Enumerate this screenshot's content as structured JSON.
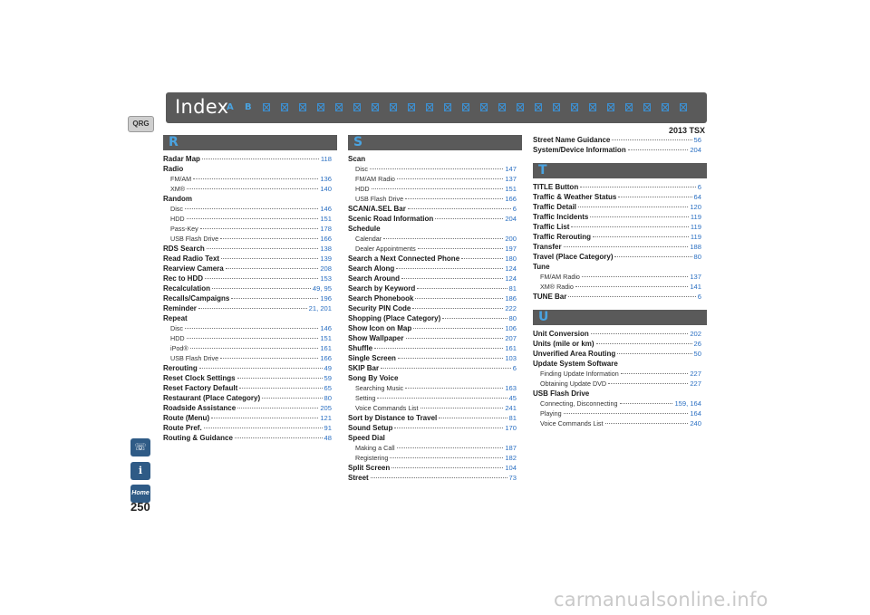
{
  "header": {
    "title": "Index",
    "letters": [
      "A",
      "B",
      "■",
      "■",
      "■",
      "■",
      "■",
      "■",
      "■",
      "■",
      "■",
      "■",
      "■",
      "■",
      "■",
      "■",
      "■",
      "■",
      "■",
      "■",
      "■",
      "■",
      "■",
      "■",
      "■",
      "■"
    ]
  },
  "model": "2013 TSX",
  "sidebar": {
    "qrg": "QRG",
    "home": "Home"
  },
  "page_number": "250",
  "col1": {
    "heading": "R",
    "entries": [
      {
        "t": "Radar Map",
        "p": "118"
      },
      {
        "t": "Radio",
        "head": true
      },
      {
        "t": "FM/AM",
        "p": "136",
        "sub": true
      },
      {
        "t": "XM®",
        "p": "140",
        "sub": true
      },
      {
        "t": "Random",
        "head": true
      },
      {
        "t": "Disc",
        "p": "146",
        "sub": true
      },
      {
        "t": "HDD",
        "p": "151",
        "sub": true
      },
      {
        "t": "Pass-Key",
        "p": "178",
        "sub": true
      },
      {
        "t": "USB Flash Drive",
        "p": "166",
        "sub": true
      },
      {
        "t": "RDS Search",
        "p": "138"
      },
      {
        "t": "Read Radio Text",
        "p": "139"
      },
      {
        "t": "Rearview Camera",
        "p": "208"
      },
      {
        "t": "Rec to HDD",
        "p": "153"
      },
      {
        "t": "Recalculation",
        "p": "49, 95"
      },
      {
        "t": "Recalls/Campaigns",
        "p": "196"
      },
      {
        "t": "Reminder",
        "p": "21, 201"
      },
      {
        "t": "Repeat",
        "head": true
      },
      {
        "t": "Disc",
        "p": "146",
        "sub": true
      },
      {
        "t": "HDD",
        "p": "151",
        "sub": true
      },
      {
        "t": "iPod®",
        "p": "161",
        "sub": true
      },
      {
        "t": "USB Flash Drive",
        "p": "166",
        "sub": true
      },
      {
        "t": "Rerouting",
        "p": "49"
      },
      {
        "t": "Reset Clock Settings",
        "p": "59"
      },
      {
        "t": "Reset Factory Default",
        "p": "65"
      },
      {
        "t": "Restaurant (Place Category)",
        "p": "80"
      },
      {
        "t": "Roadside Assistance",
        "p": "205"
      },
      {
        "t": "Route (Menu)",
        "p": "121"
      },
      {
        "t": "Route Pref.",
        "p": "91"
      },
      {
        "t": "Routing & Guidance",
        "p": "48"
      }
    ]
  },
  "col2": {
    "heading": "S",
    "entries": [
      {
        "t": "Scan",
        "head": true
      },
      {
        "t": "Disc",
        "p": "147",
        "sub": true
      },
      {
        "t": "FM/AM Radio",
        "p": "137",
        "sub": true
      },
      {
        "t": "HDD",
        "p": "151",
        "sub": true
      },
      {
        "t": "USB Flash Drive",
        "p": "166",
        "sub": true
      },
      {
        "t": "SCAN/A.SEL Bar",
        "p": "6"
      },
      {
        "t": "Scenic Road Information",
        "p": "204"
      },
      {
        "t": "Schedule",
        "head": true
      },
      {
        "t": "Calendar",
        "p": "200",
        "sub": true
      },
      {
        "t": "Dealer Appointments",
        "p": "197",
        "sub": true
      },
      {
        "t": "Search a Next Connected Phone",
        "p": "180"
      },
      {
        "t": "Search Along",
        "p": "124"
      },
      {
        "t": "Search Around",
        "p": "124"
      },
      {
        "t": "Search by Keyword",
        "p": "81"
      },
      {
        "t": "Search Phonebook",
        "p": "186"
      },
      {
        "t": "Security PIN Code",
        "p": "222"
      },
      {
        "t": "Shopping (Place Category)",
        "p": "80"
      },
      {
        "t": "Show Icon on Map",
        "p": "106"
      },
      {
        "t": "Show Wallpaper",
        "p": "207"
      },
      {
        "t": "Shuffle",
        "p": "161"
      },
      {
        "t": "Single Screen",
        "p": "103"
      },
      {
        "t": "SKIP Bar",
        "p": "6"
      },
      {
        "t": "Song By Voice",
        "head": true
      },
      {
        "t": "Searching Music",
        "p": "163",
        "sub": true
      },
      {
        "t": "Setting",
        "p": "45",
        "sub": true
      },
      {
        "t": "Voice Commands List",
        "p": "241",
        "sub": true
      },
      {
        "t": "Sort by Distance to Travel",
        "p": "81"
      },
      {
        "t": "Sound Setup",
        "p": "170"
      },
      {
        "t": "Speed Dial",
        "head": true
      },
      {
        "t": "Making a Call",
        "p": "187",
        "sub": true
      },
      {
        "t": "Registering",
        "p": "182",
        "sub": true
      },
      {
        "t": "Split Screen",
        "p": "104"
      },
      {
        "t": "Street",
        "p": "73"
      }
    ]
  },
  "col3": {
    "top_entries": [
      {
        "t": "Street Name Guidance",
        "p": "56"
      },
      {
        "t": "System/Device Information",
        "p": "204"
      }
    ],
    "heading_t": "T",
    "t_entries": [
      {
        "t": "TITLE Button",
        "p": "6"
      },
      {
        "t": "Traffic & Weather Status",
        "p": "64"
      },
      {
        "t": "Traffic Detail",
        "p": "120"
      },
      {
        "t": "Traffic Incidents",
        "p": "119"
      },
      {
        "t": "Traffic List",
        "p": "119"
      },
      {
        "t": "Traffic Rerouting",
        "p": "119"
      },
      {
        "t": "Transfer",
        "p": "188"
      },
      {
        "t": "Travel (Place Category)",
        "p": "80"
      },
      {
        "t": "Tune",
        "head": true
      },
      {
        "t": "FM/AM Radio",
        "p": "137",
        "sub": true
      },
      {
        "t": "XM® Radio",
        "p": "141",
        "sub": true
      },
      {
        "t": "TUNE Bar",
        "p": "6"
      }
    ],
    "heading_u": "U",
    "u_entries": [
      {
        "t": "Unit Conversion",
        "p": "202"
      },
      {
        "t": "Units (mile or km)",
        "p": "26"
      },
      {
        "t": "Unverified Area Routing",
        "p": "50"
      },
      {
        "t": "Update System Software",
        "head": true
      },
      {
        "t": "Finding Update Information",
        "p": "227",
        "sub": true
      },
      {
        "t": "Obtaining Update DVD",
        "p": "227",
        "sub": true
      },
      {
        "t": "USB Flash Drive",
        "head": true
      },
      {
        "t": "Connecting, Disconnecting",
        "p": "159, 164",
        "sub": true
      },
      {
        "t": "Playing",
        "p": "164",
        "sub": true
      },
      {
        "t": "Voice Commands List",
        "p": "240",
        "sub": true
      }
    ]
  },
  "watermark": "carmanualsonline.info"
}
